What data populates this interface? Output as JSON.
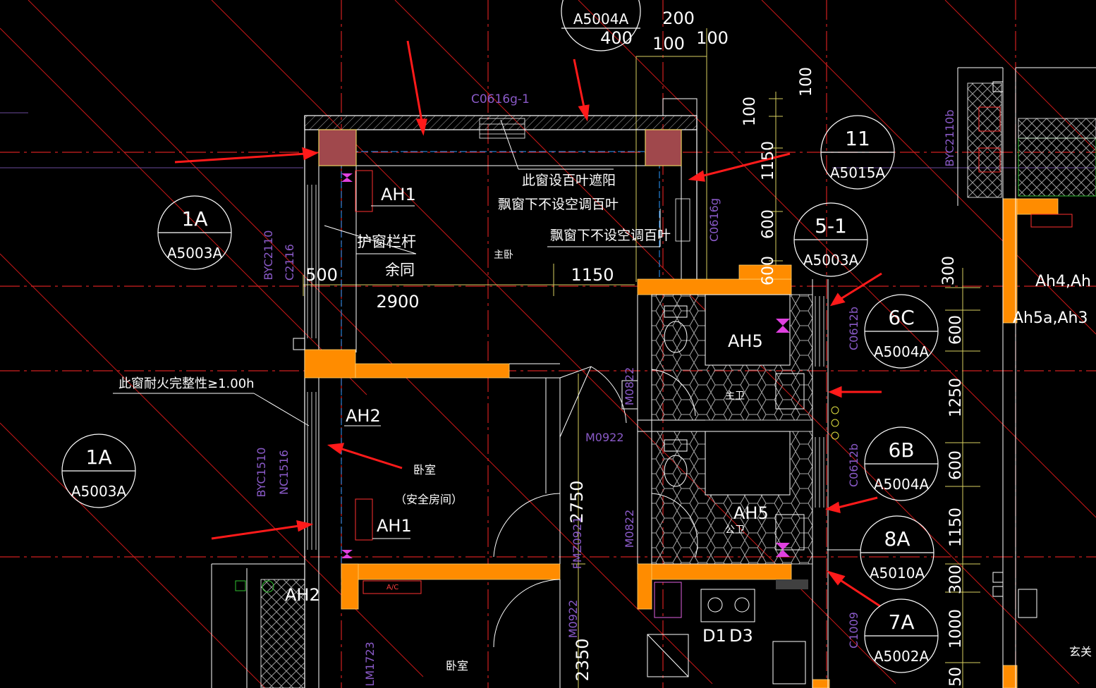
{
  "labels": {
    "c0616g1": "C0616g-1",
    "shutter_note": "此窗设百叶遮阳",
    "bay_no_ac_a": "飘窗下不设空调百叶",
    "bay_no_ac_b": "飘窗下不设空调百叶",
    "c0616g": "C0616g",
    "guard_rail": "护窗栏杆",
    "same_rest": "余同",
    "master_bed": "主卧",
    "byc2110": "BYC2110",
    "c2116": "C2116",
    "fire_note": "此窗耐火完整性≥1.00h",
    "bedroom": "卧室",
    "safe_room": "（安全房间）",
    "byc1510": "BYC1510",
    "nc1516": "NC1516",
    "m0922_a": "M0922",
    "m0922_b": "M0922",
    "m0822_a": "M0822",
    "m0822_b": "M0822",
    "fmz0921": "FMZ0921",
    "master_bath": "主卫",
    "public_bath": "公卫",
    "c0612b_a": "C0612b",
    "c0612b_b": "C0612b",
    "c1009": "C1009",
    "byc2110b": "BYC2110b",
    "bedroom2": "卧室",
    "entry": "玄关",
    "lm1723": "LM1723",
    "ac": "A/C"
  },
  "tags": {
    "ah1_top": "AH1",
    "ah2_mid": "AH2",
    "ah1_low": "AH1",
    "ah2_bottom": "AH2",
    "ah5_a": "AH5",
    "ah5_b": "AH5",
    "d1": "D1",
    "d3": "D3",
    "ah4": "Ah4,Ah",
    "ah5a": "Ah5a,Ah3"
  },
  "dims": {
    "d200": "200",
    "d400": "400",
    "d100a": "100",
    "d100b": "100",
    "d500": "500",
    "d2900": "2900",
    "d1150": "1150",
    "d2750": "2750",
    "d2350": "2350",
    "v100a": "100",
    "v100b": "100",
    "v1150": "1150",
    "v600": "600",
    "v600b": "600",
    "v300": "300",
    "r600a": "600",
    "r1250": "1250",
    "r600b": "600",
    "r1150": "1150",
    "r300": "300",
    "r1000": "1000",
    "r50": "50"
  },
  "detail_bubbles": [
    {
      "num": "1A",
      "ref": "A5003A"
    },
    {
      "num": "1A",
      "ref": "A5003A"
    },
    {
      "num": "11",
      "ref": "A5015A"
    },
    {
      "num": "5-1",
      "ref": "A5003A"
    },
    {
      "num": "6C",
      "ref": "A5004A"
    },
    {
      "num": "6B",
      "ref": "A5004A"
    },
    {
      "num": "8A",
      "ref": "A5010A"
    },
    {
      "num": "7A",
      "ref": "A5002A"
    },
    {
      "num": "",
      "ref": "A5004A"
    }
  ],
  "colors": {
    "background": "#000000",
    "wall_fill": "#ff8c00",
    "column_fill": "#a0484c",
    "wall_line": "#ffffff",
    "red_line": "#ff2020",
    "annotation_purple": "#8a5ac8",
    "cyan_line": "#00c8ff",
    "yellow_line": "#e8e060",
    "arrow_red": "#ff1a1a"
  }
}
